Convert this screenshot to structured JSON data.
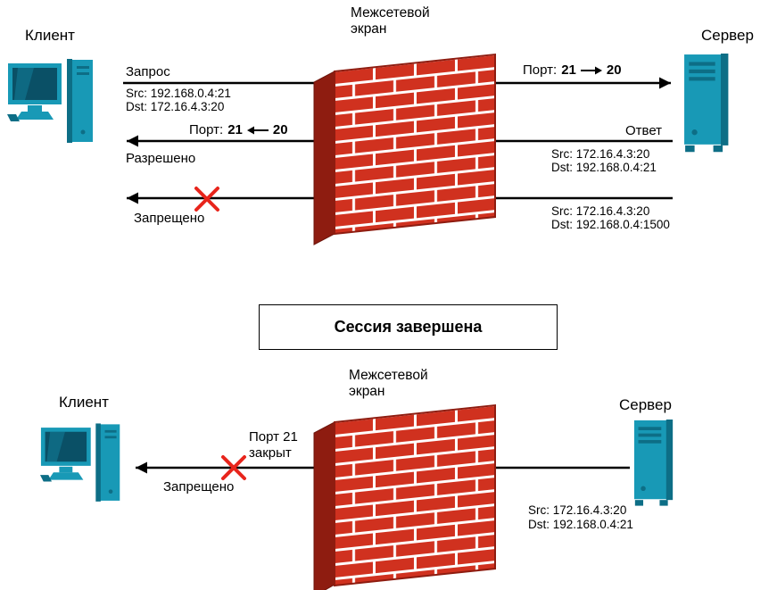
{
  "colors": {
    "brick": "#d0311f",
    "brick_dark": "#8e1c10",
    "device": "#1899b6",
    "device_dark": "#0d6e86",
    "screen": "#0a5066",
    "cross": "#e8251c",
    "line": "#000000"
  },
  "icons": {
    "client_computer_icon": "computer",
    "server_icon": "server-tower",
    "firewall_icon": "brick-wall",
    "port_arrow_right_icon": "→",
    "port_arrow_left_icon": "←",
    "blocked_cross_icon": "✕"
  },
  "top": {
    "client_label": "Клиент",
    "firewall_label": {
      "line1": "Межсетевой",
      "line2": "экран"
    },
    "server_label": "Сервер",
    "request": {
      "label": "Запрос",
      "src": "Src: 192.168.0.4:21",
      "dst": "Dst: 172.16.4.3:20"
    },
    "request_port": {
      "prefix": "Порт:",
      "from": "21",
      "to": "20"
    },
    "response": {
      "label": "Ответ",
      "src": "Src: 172.16.4.3:20",
      "dst": "Dst: 192.168.0.4:21"
    },
    "response_port": {
      "prefix": "Порт:",
      "from": "21",
      "to": "20"
    },
    "response_status": "Разрешено",
    "blocked": {
      "status": "Запрещено",
      "src": "Src: 172.16.4.3:20",
      "dst": "Dst: 192.168.0.4:1500"
    }
  },
  "session_banner": "Сессия завершена",
  "bottom": {
    "client_label": "Клиент",
    "firewall_label": {
      "line1": "Межсетевой",
      "line2": "экран"
    },
    "server_label": "Сервер",
    "port_closed": {
      "line1": "Порт 21",
      "line2": "закрыт"
    },
    "blocked": {
      "status": "Запрещено",
      "src": "Src: 172.16.4.3:20",
      "dst": "Dst: 192.168.0.4:21"
    }
  }
}
